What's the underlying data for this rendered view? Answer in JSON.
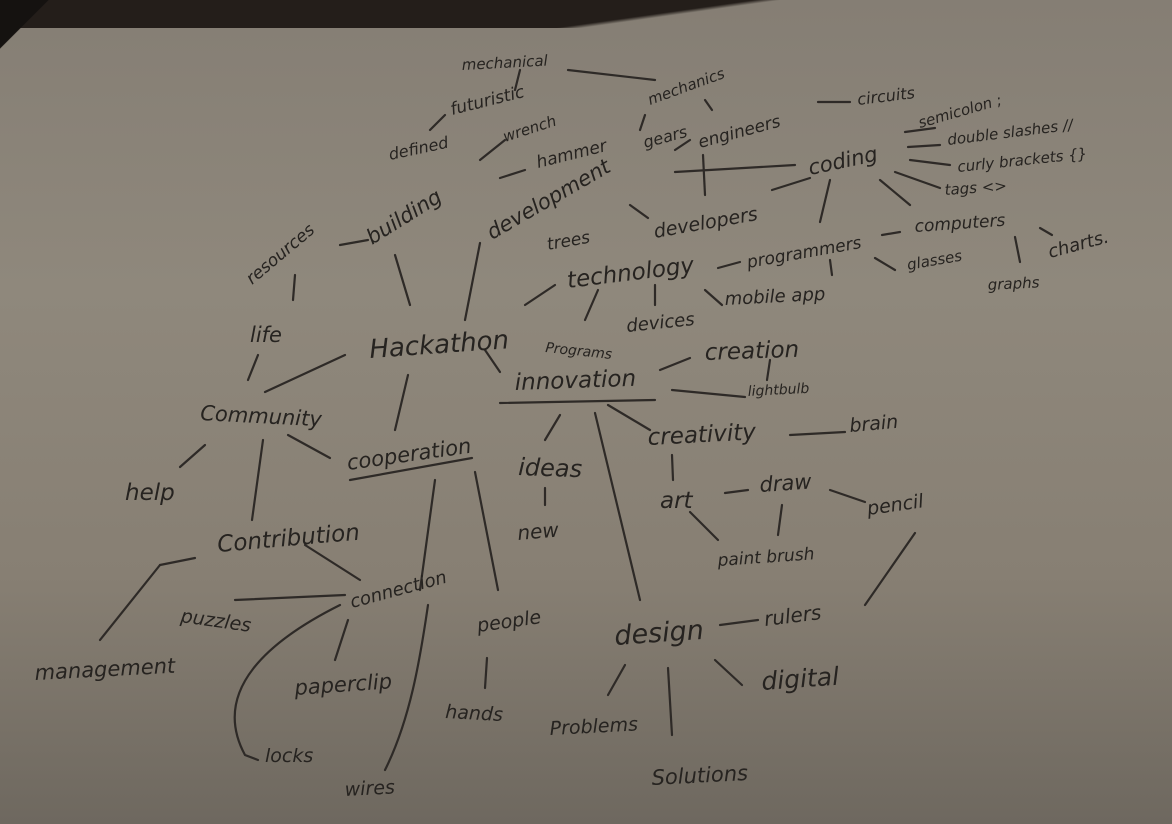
{
  "nodes": {
    "mechanical": "mechanical",
    "futuristic": "futuristic",
    "defined": "defined",
    "wrench": "wrench",
    "mechanics": "mechanics",
    "gears": "gears",
    "hammer": "hammer",
    "engineers": "engineers",
    "circuits": "circuits",
    "semicolon": "semicolon ;",
    "double_slashes": "double slashes //",
    "curly_brackets": "curly brackets {}",
    "tags": "tags <>",
    "coding": "coding",
    "building": "building",
    "development": "development",
    "resources": "resources",
    "trees": "trees",
    "developers": "developers",
    "computers": "computers",
    "technology": "technology",
    "programmers": "programmers",
    "glasses": "glasses",
    "charts": "charts.",
    "graphs": "graphs",
    "life": "life",
    "hackathon": "Hackathon",
    "programs": "Programs",
    "devices": "devices",
    "mobile_app": "mobile app",
    "creation": "creation",
    "innovation": "innovation",
    "lightbulb": "lightbulb",
    "community": "Community",
    "cooperation": "cooperation",
    "creativity": "creativity",
    "brain": "brain",
    "ideas": "ideas",
    "help": "help",
    "art": "art",
    "draw": "draw",
    "pencil": "pencil",
    "contribution": "Contribution",
    "new": "new",
    "paint_brush": "paint brush",
    "connection": "connection",
    "puzzles": "puzzles",
    "people": "people",
    "design": "design",
    "rulers": "rulers",
    "management": "management",
    "paperclip": "paperclip",
    "digital": "digital",
    "hands": "hands",
    "problems": "Problems",
    "locks": "locks",
    "solutions": "Solutions",
    "wires": "wires"
  }
}
